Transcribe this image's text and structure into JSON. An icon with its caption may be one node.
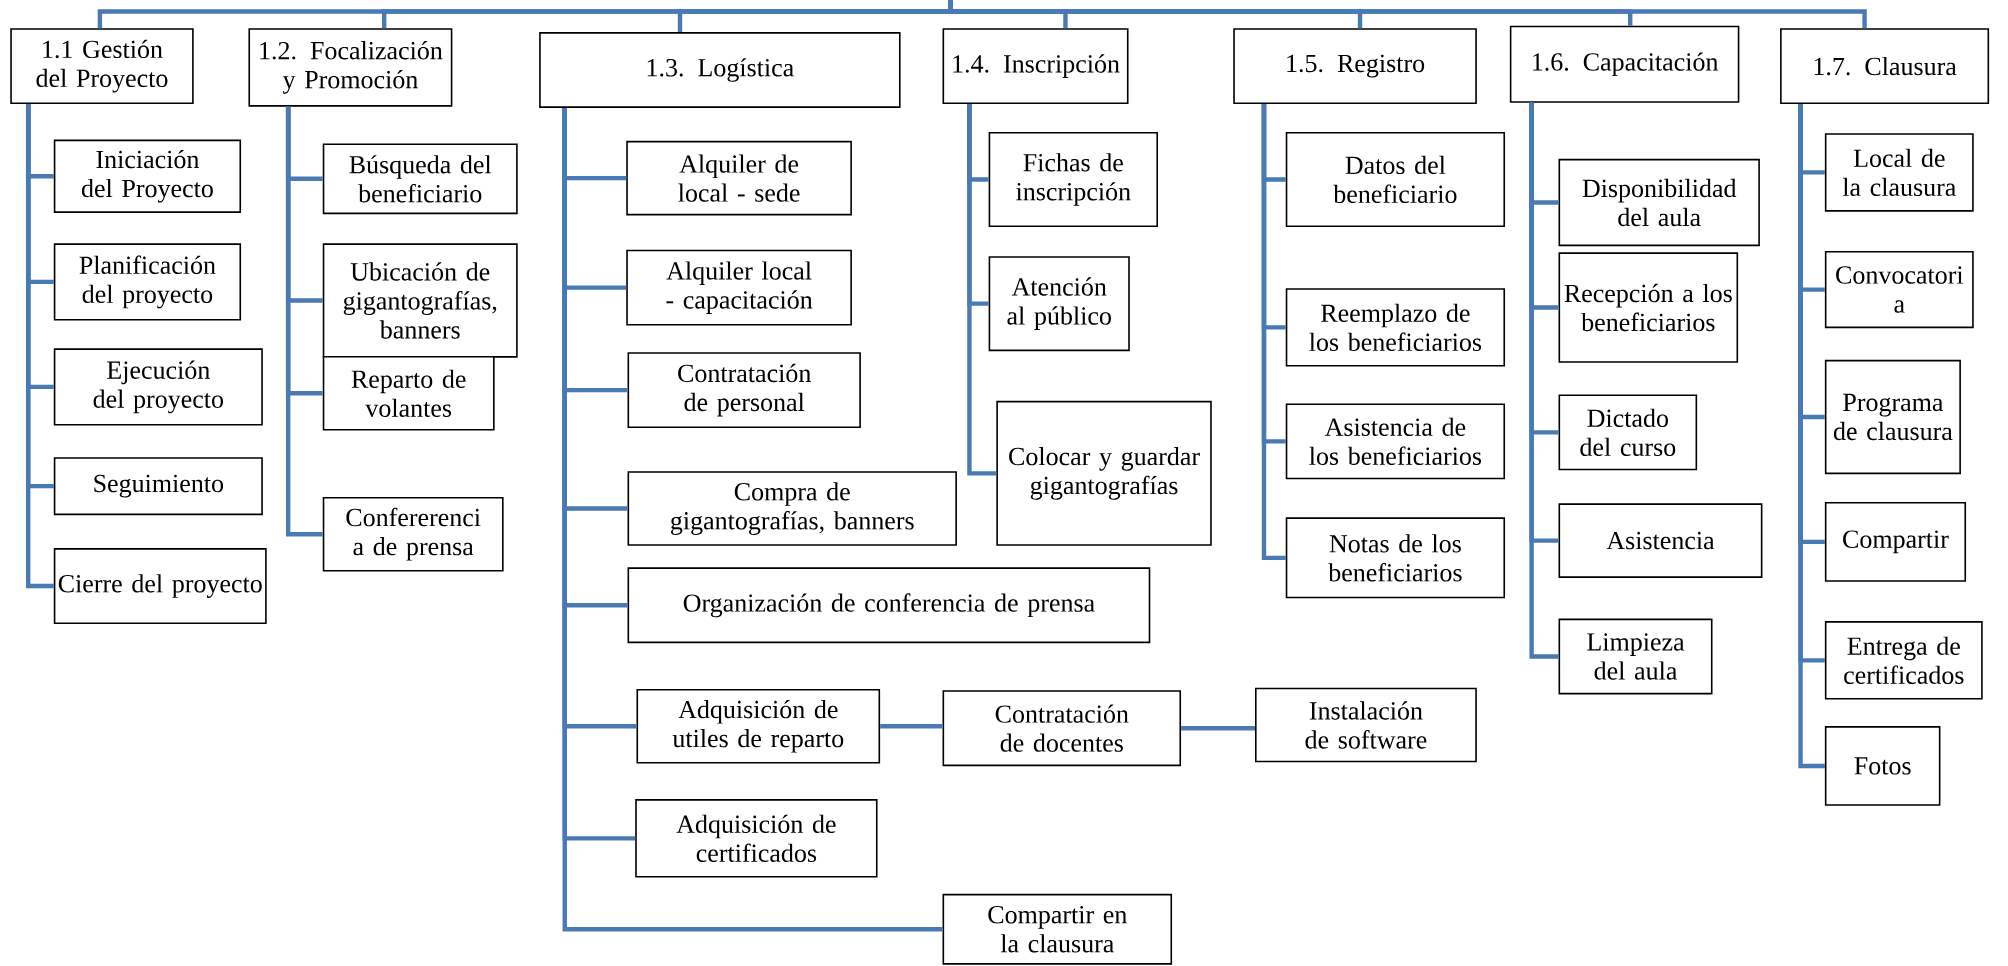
{
  "diagram": {
    "nodes": [
      {
        "text": [
          "1.1 Gestión del Proyecto"
        ]
      },
      {
        "text": [
          "Iniciación del Proyecto"
        ]
      },
      {
        "text": [
          "Planificación del proyecto"
        ]
      },
      {
        "text": [
          "Ejecución del proyecto"
        ]
      },
      {
        "text": [
          "Seguimiento"
        ]
      },
      {
        "text": [
          "Cierre del proyecto"
        ]
      },
      {
        "text": [
          "1.2. Focalización y Promoción"
        ]
      },
      {
        "text": [
          "Búsqueda del beneficiario"
        ]
      },
      {
        "text": [
          "Ubicación de gigantografías, banners"
        ]
      },
      {
        "text": [
          "Reparto de volantes"
        ]
      },
      {
        "text": [
          "Confererenci a de prensa"
        ]
      },
      {
        "text": [
          "1.3. Logística"
        ]
      },
      {
        "text": [
          "Alquiler de local - sede"
        ]
      },
      {
        "text": [
          "Alquiler local - capacitación"
        ]
      },
      {
        "text": [
          "Contratación de personal"
        ]
      },
      {
        "text": [
          "Compra de gigantografías, banners"
        ]
      },
      {
        "text": [
          "Organización de conferencia de prensa"
        ]
      },
      {
        "text": [
          "Adquisición de utiles de reparto"
        ]
      },
      {
        "text": [
          "Contratación de docentes"
        ]
      },
      {
        "text": [
          "Instalación de software"
        ]
      },
      {
        "text": [
          "Adquisición de certificados"
        ]
      },
      {
        "text": [
          "Compartir en la clausura"
        ]
      },
      {
        "text": [
          "1.4. Inscripción"
        ]
      },
      {
        "text": [
          "Fichas de inscripción"
        ]
      },
      {
        "text": [
          "Atención al público"
        ]
      },
      {
        "text": [
          "Colocar y guardar gigantografías"
        ]
      },
      {
        "text": [
          "1.5. Registro"
        ]
      },
      {
        "text": [
          "Datos del beneficiario"
        ]
      },
      {
        "text": [
          "Reemplazo de los beneficiarios"
        ]
      },
      {
        "text": [
          "Asistencia de los beneficiarios"
        ]
      },
      {
        "text": [
          "Notas de los beneficiarios"
        ]
      },
      {
        "text": [
          "1.6. Capacitación"
        ]
      },
      {
        "text": [
          "Disponibilidad del aula"
        ]
      },
      {
        "text": [
          "Recepción a los beneficiarios"
        ]
      },
      {
        "text": [
          "Dictado del curso"
        ]
      },
      {
        "text": [
          "Asistencia"
        ]
      },
      {
        "text": [
          "Limpieza del aula"
        ]
      },
      {
        "text": [
          "1.7. Clausura"
        ]
      },
      {
        "text": [
          "Local de la clausura"
        ]
      },
      {
        "text": [
          "Convocatori a"
        ]
      },
      {
        "text": [
          "Programa de clausura"
        ]
      },
      {
        "text": [
          "Compartir"
        ]
      },
      {
        "text": [
          "Entrega de certificados"
        ]
      },
      {
        "text": [
          "Fotos"
        ]
      }
    ],
    "edges": [
      {
        "from": null,
        "to": 0,
        "arrow": "none"
      },
      {
        "from": null,
        "to": 6,
        "arrow": "none"
      },
      {
        "from": null,
        "to": 11,
        "arrow": "none"
      },
      {
        "from": null,
        "to": 22,
        "arrow": "none"
      },
      {
        "from": null,
        "to": 26,
        "arrow": "none"
      },
      {
        "from": null,
        "to": 31,
        "arrow": "none"
      },
      {
        "from": null,
        "to": 37,
        "arrow": "none"
      },
      {
        "from": 0,
        "to": 1,
        "arrow": "none"
      },
      {
        "from": 0,
        "to": 2,
        "arrow": "none"
      },
      {
        "from": 0,
        "to": 3,
        "arrow": "none"
      },
      {
        "from": 0,
        "to": 4,
        "arrow": "none"
      },
      {
        "from": 0,
        "to": 5,
        "arrow": "none"
      },
      {
        "from": 6,
        "to": 7,
        "arrow": "none"
      },
      {
        "from": 6,
        "to": 8,
        "arrow": "none"
      },
      {
        "from": 6,
        "to": 9,
        "arrow": "none"
      },
      {
        "from": 6,
        "to": 10,
        "arrow": "none"
      },
      {
        "from": 11,
        "to": 12,
        "arrow": "none"
      },
      {
        "from": 11,
        "to": 13,
        "arrow": "none"
      },
      {
        "from": 11,
        "to": 14,
        "arrow": "none"
      },
      {
        "from": 11,
        "to": 15,
        "arrow": "none"
      },
      {
        "from": 11,
        "to": 16,
        "arrow": "none"
      },
      {
        "from": 11,
        "to": 17,
        "arrow": "none"
      },
      {
        "from": 17,
        "to": 18,
        "arrow": "none"
      },
      {
        "from": 18,
        "to": 19,
        "arrow": "none"
      },
      {
        "from": 11,
        "to": 20,
        "arrow": "none"
      },
      {
        "from": 11,
        "to": 21,
        "arrow": "none"
      },
      {
        "from": 22,
        "to": 23,
        "arrow": "none"
      },
      {
        "from": 22,
        "to": 24,
        "arrow": "none"
      },
      {
        "from": 22,
        "to": 25,
        "arrow": "none"
      },
      {
        "from": 26,
        "to": 27,
        "arrow": "none"
      },
      {
        "from": 26,
        "to": 28,
        "arrow": "none"
      },
      {
        "from": 26,
        "to": 29,
        "arrow": "none"
      },
      {
        "from": 26,
        "to": 30,
        "arrow": "none"
      },
      {
        "from": 31,
        "to": 32,
        "arrow": "none"
      },
      {
        "from": 31,
        "to": 33,
        "arrow": "none"
      },
      {
        "from": 31,
        "to": 34,
        "arrow": "none"
      },
      {
        "from": 31,
        "to": 35,
        "arrow": "none"
      },
      {
        "from": 31,
        "to": 36,
        "arrow": "none"
      },
      {
        "from": 37,
        "to": 38,
        "arrow": "none"
      },
      {
        "from": 37,
        "to": 39,
        "arrow": "none"
      },
      {
        "from": 37,
        "to": 40,
        "arrow": "none"
      },
      {
        "from": 37,
        "to": 41,
        "arrow": "none"
      },
      {
        "from": 37,
        "to": 42,
        "arrow": "none"
      },
      {
        "from": 37,
        "to": 43,
        "arrow": "none"
      }
    ]
  }
}
